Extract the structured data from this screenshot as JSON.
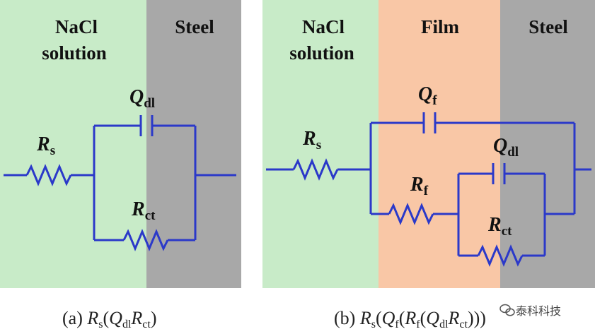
{
  "colors": {
    "solution": "#c8ebc8",
    "film": "#f9c7a6",
    "steel": "#a8a8a8",
    "wire": "#2b39c9",
    "text": "#111111"
  },
  "panel_a": {
    "region_solution_line1": "NaCl",
    "region_solution_line2": "solution",
    "region_steel": "Steel",
    "rs": {
      "main": "R",
      "sub": "s"
    },
    "qdl": {
      "main": "Q",
      "sub": "dl"
    },
    "rct": {
      "main": "R",
      "sub": "ct"
    },
    "caption": {
      "prefix": "(a) ",
      "parts": [
        {
          "t": "R",
          "i": true
        },
        {
          "t": "s",
          "s": true
        },
        {
          "t": "("
        },
        {
          "t": "Q",
          "i": true
        },
        {
          "t": "dl",
          "s": true
        },
        {
          "t": "R",
          "i": true
        },
        {
          "t": "ct",
          "s": true
        },
        {
          "t": ")"
        }
      ]
    }
  },
  "panel_b": {
    "region_solution_line1": "NaCl",
    "region_solution_line2": "solution",
    "region_film": "Film",
    "region_steel": "Steel",
    "rs": {
      "main": "R",
      "sub": "s"
    },
    "qf": {
      "main": "Q",
      "sub": "f"
    },
    "rf": {
      "main": "R",
      "sub": "f"
    },
    "qdl": {
      "main": "Q",
      "sub": "dl"
    },
    "rct": {
      "main": "R",
      "sub": "ct"
    },
    "caption": {
      "prefix": "(b) ",
      "parts": [
        {
          "t": "R",
          "i": true
        },
        {
          "t": "s",
          "s": true
        },
        {
          "t": "("
        },
        {
          "t": "Q",
          "i": true
        },
        {
          "t": "f",
          "s": true
        },
        {
          "t": "("
        },
        {
          "t": "R",
          "i": true
        },
        {
          "t": "f",
          "s": true
        },
        {
          "t": "("
        },
        {
          "t": "Q",
          "i": true
        },
        {
          "t": "dl",
          "s": true
        },
        {
          "t": "R",
          "i": true
        },
        {
          "t": "ct",
          "s": true
        },
        {
          "t": ")))"
        }
      ]
    }
  },
  "watermark": "泰科科技",
  "icons": {
    "watermark": "wechat-icon"
  }
}
